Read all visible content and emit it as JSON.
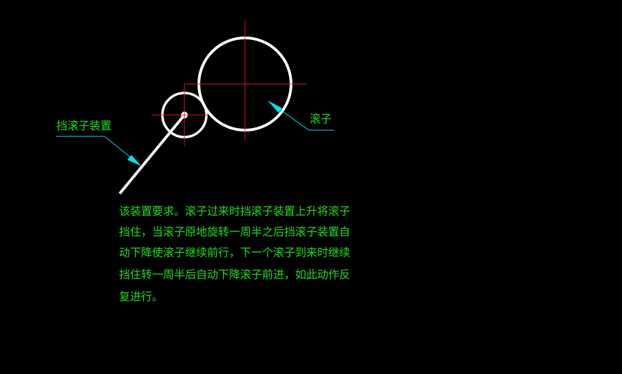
{
  "labels": {
    "roller": "滚子",
    "stopper": "挡滚子装置"
  },
  "note": {
    "lines": [
      "该装置要求。滚子过来时挡滚子装置上升将滚子",
      "挡住，当滚子原地旋转一周半之后挡滚子装置自",
      "动下降使滚子继续前行，下一个滚子到来时继续",
      "挡住转一周半后自动下降滚子前进，如此动作反",
      "复进行。"
    ]
  },
  "colors": {
    "background": "#000000",
    "geometry": "#ffffff",
    "centerline": "#e8102a",
    "leader": "#00e5ef",
    "text": "#22dd22"
  }
}
